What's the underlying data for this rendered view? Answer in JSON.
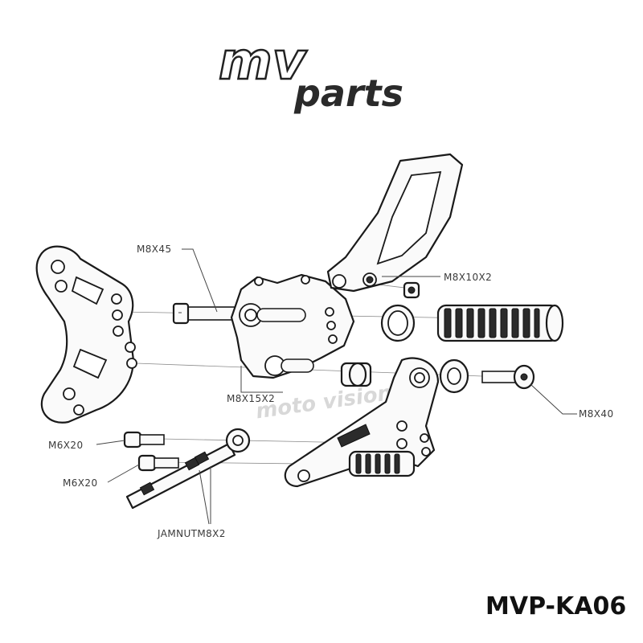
{
  "brand": {
    "logo_letters": "mv",
    "logo_parts": "parts"
  },
  "watermark": "moto vision",
  "labels": {
    "m8x45": "M8X45",
    "m8x10x2": "M8X10X2",
    "m8x15x2": "M8X15X2",
    "m8x40": "M8X40",
    "m6x20_top": "M6X20",
    "m6x20_bottom": "M6X20",
    "jamnut": "JAMNUTM8X2"
  },
  "model_code": "MVP-KA06"
}
